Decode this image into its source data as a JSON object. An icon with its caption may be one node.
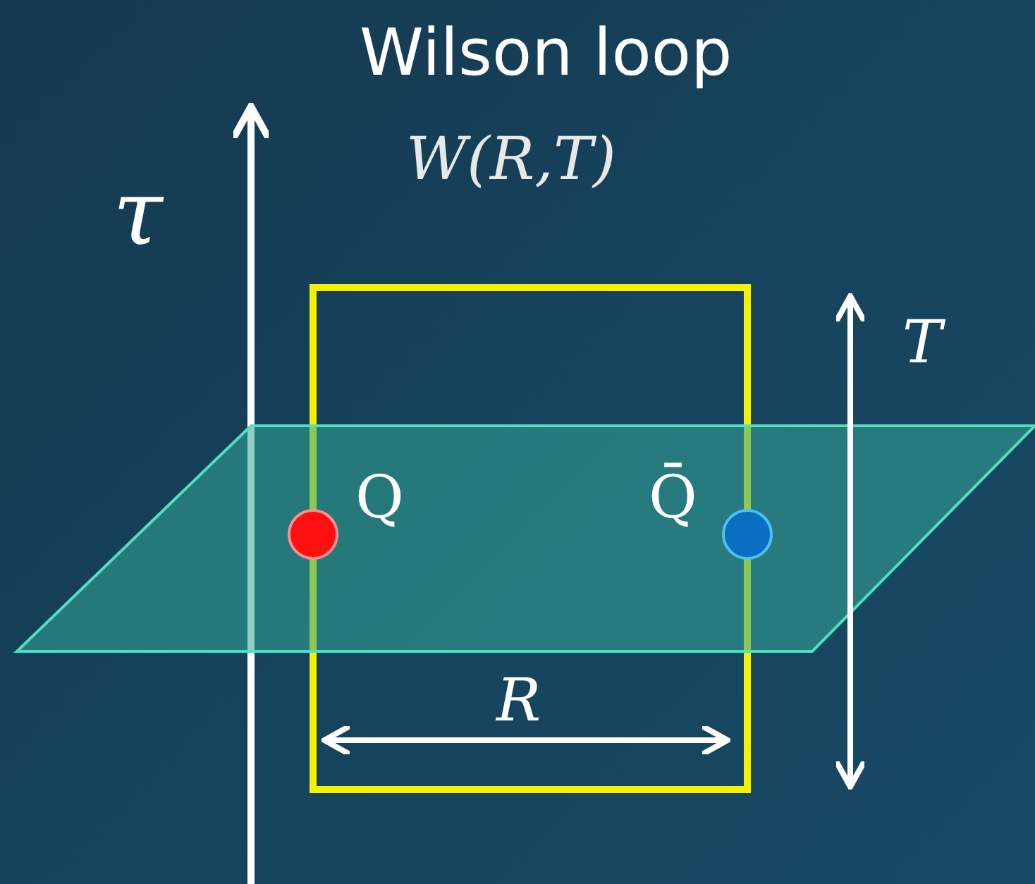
{
  "diagram": {
    "title": "Wilson loop",
    "nodes": [
      {
        "text": [],
        "shape": "circle",
        "beside": [
          "Q"
        ]
      },
      {
        "text": [],
        "shape": "circle",
        "beside": [
          "Q̄"
        ]
      }
    ],
    "labels": [
      "W(R,T)",
      "τ",
      "T",
      "R"
    ]
  }
}
